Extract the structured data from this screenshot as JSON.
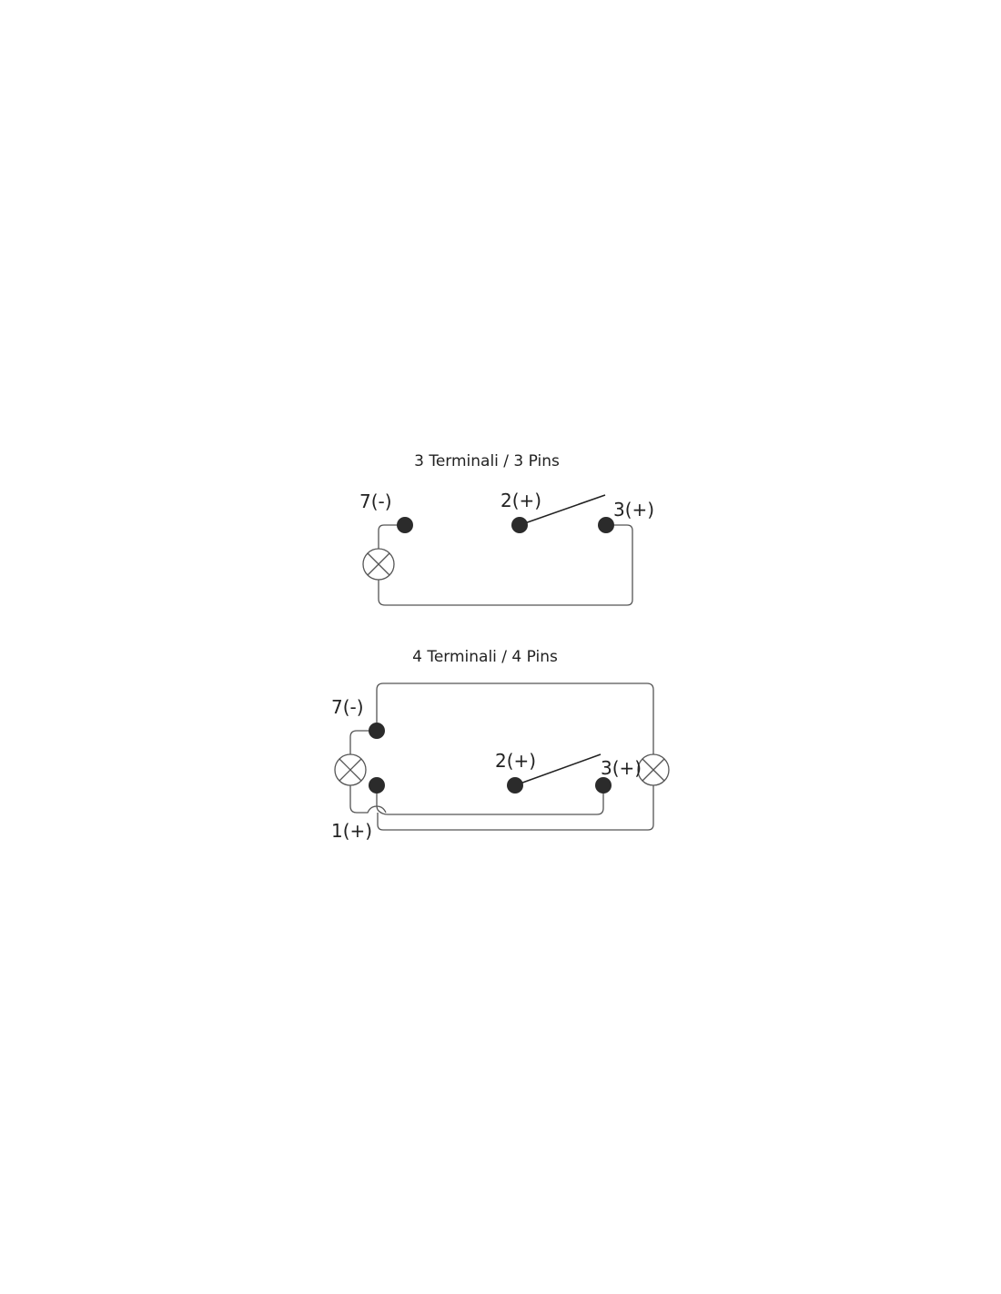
{
  "colors": {
    "terminal": "#2b2b2b",
    "wire": "#555555",
    "text": "#222222"
  },
  "diagram_3pin": {
    "title": "3 Terminali / 3 Pins",
    "labels": {
      "pin7": "7(-)",
      "pin2": "2(+)",
      "pin3": "3(+)"
    }
  },
  "diagram_4pin": {
    "title": "4 Terminali / 4 Pins",
    "labels": {
      "pin7": "7(-)",
      "pin2": "2(+)",
      "pin3": "3(+)",
      "pin1": "1(+)"
    }
  }
}
